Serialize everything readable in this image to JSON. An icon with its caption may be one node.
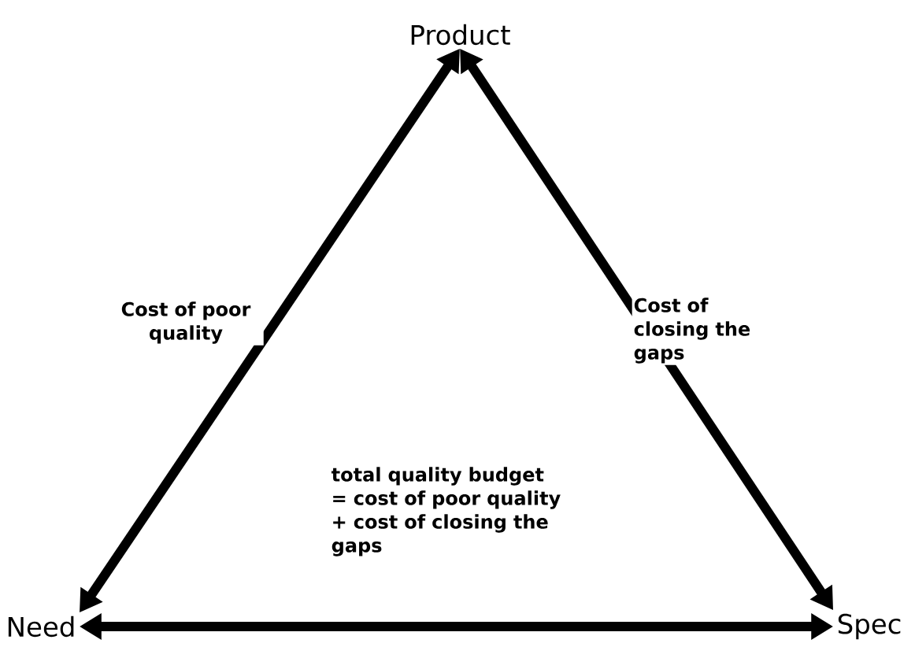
{
  "diagram": {
    "nodes": [
      {
        "text": [
          "Product"
        ]
      },
      {
        "text": [
          "Need"
        ]
      },
      {
        "text": [
          "Spec"
        ]
      }
    ],
    "edges": [
      {
        "from": 1,
        "to": 0,
        "arrow": "both",
        "label": "Cost of poor quality"
      },
      {
        "from": 0,
        "to": 2,
        "arrow": "both",
        "label": "Cost of closing the gaps"
      },
      {
        "from": 1,
        "to": 2,
        "arrow": "both"
      }
    ],
    "labels": [
      "total quality budget = cost of poor quality + cost of closing the gaps"
    ]
  }
}
